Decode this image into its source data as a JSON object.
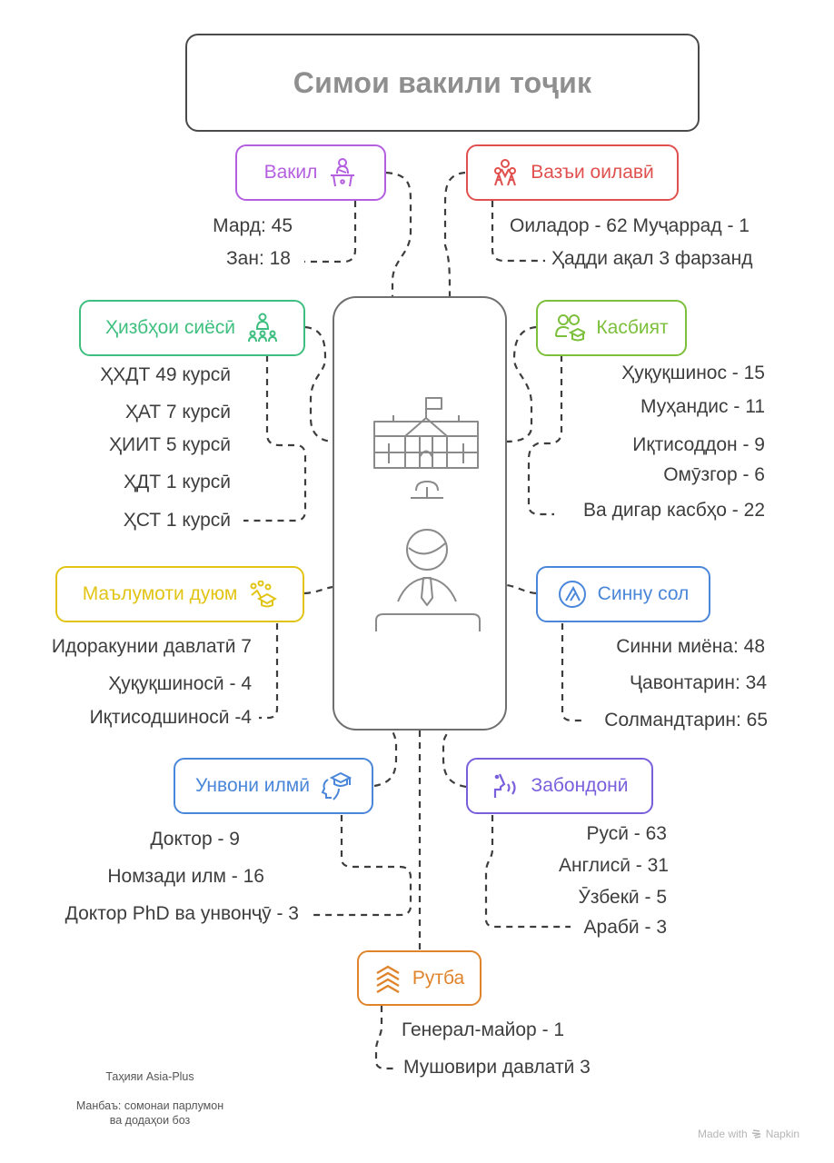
{
  "title": "Симои вакили тоҷик",
  "colors": {
    "vakil": "#b45fe0",
    "family": "#e0504f",
    "parties": "#3fbf7f",
    "profession": "#7cbf3b",
    "education": "#e2c414",
    "age": "#4a86d9",
    "academic": "#4a86d9",
    "languages": "#7a5fdc",
    "rank": "#e0842c",
    "connector": "#3d3d3d"
  },
  "nodes": {
    "vakil": {
      "label": "Вакил",
      "icon": "speaker-at-podium-icon",
      "items": [
        "Мард: 45",
        "Зан: 18"
      ]
    },
    "family": {
      "label": "Вазъи оилавӣ",
      "icon": "family-icon",
      "items": [
        "Оиладор - 62 Муҷаррад - 1",
        "Ҳадди ақал 3 фарзанд"
      ]
    },
    "parties": {
      "label": "Ҳизбҳои сиёсӣ",
      "icon": "party-group-icon",
      "items": [
        "ҲХДТ 49 курсӣ",
        "ҲАТ 7 курсӣ",
        "ҲИИТ 5 курсӣ",
        "ҲДТ 1 курсӣ",
        "ҲСТ 1 курсӣ"
      ]
    },
    "profession": {
      "label": "Касбият",
      "icon": "professionals-icon",
      "items": [
        "Ҳуқуқшинос - 15",
        "Муҳандис - 11",
        "Иқтисоддон - 9",
        "Омӯзгор - 6",
        "Ва дигар касбҳо - 22"
      ]
    },
    "education": {
      "label": "Маълумоти дуюм",
      "icon": "graduation-ideas-icon",
      "items": [
        "Идоракунии давлатӣ 7",
        "Ҳуқуқшиносӣ - 4",
        "Иқтисодшиносӣ -4"
      ]
    },
    "age": {
      "label": "Синну сол",
      "icon": "age-lambda-icon",
      "items": [
        "Синни миёна: 48",
        "Ҷавонтарин: 34",
        "Солмандтарин: 65"
      ]
    },
    "academic": {
      "label": "Унвони илмӣ",
      "icon": "scholar-head-icon",
      "items": [
        "Доктор - 9",
        "Номзади илм - 16",
        "Доктор PhD ва унвонҷӯ - 3"
      ]
    },
    "languages": {
      "label": "Забондонӣ",
      "icon": "speaking-head-icon",
      "items": [
        "Русӣ - 63",
        "Англисӣ - 31",
        "Ӯзбекӣ - 5",
        "Арабӣ - 3"
      ]
    },
    "rank": {
      "label": "Рутба",
      "icon": "rank-chevrons-icon",
      "items": [
        "Генерал-майор - 1",
        "Мушовири давлатӣ 3"
      ]
    }
  },
  "center": {
    "icons": [
      "parliament-building-icon",
      "fountain-icon",
      "deputy-at-desk-icon"
    ]
  },
  "footer": {
    "prepared_by": "Таҳияи Asia-Plus",
    "source_line1": "Манбаъ: сомонаи парлумон",
    "source_line2": "ва додаҳои боз",
    "made_with": "Made with",
    "brand": "Napkin"
  }
}
